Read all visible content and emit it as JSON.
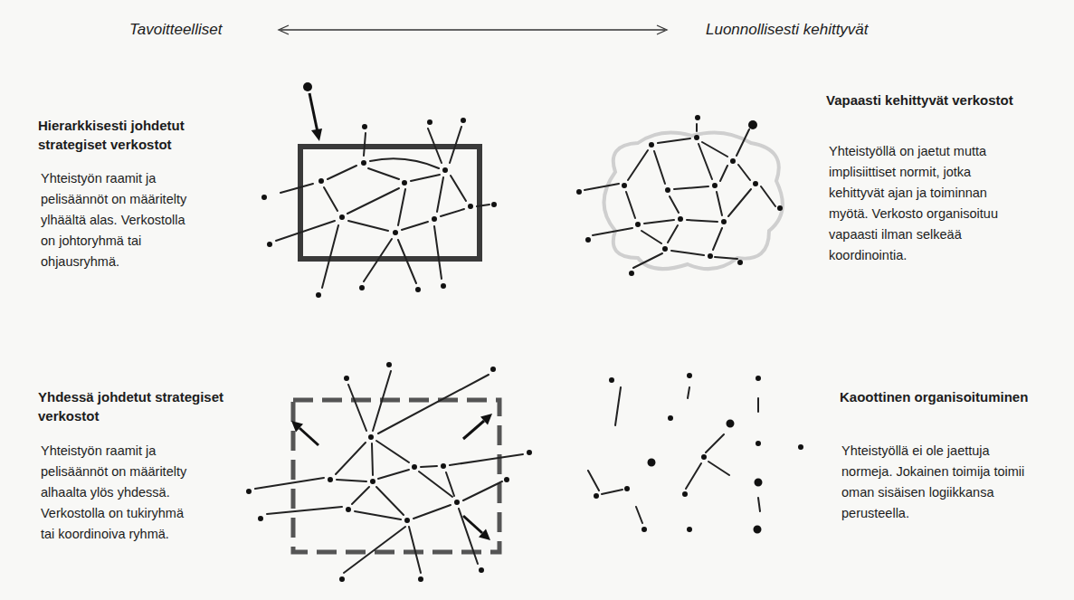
{
  "diagram": {
    "labels": [
      "Tavoitteelliset",
      "Luonnollisesti kehittyvät",
      "Hierarkkisesti johdetut strategiset verkostot",
      "Yhteistyön raamit ja pelisäännöt on määritelty ylhäältä alas. Verkostolla on johtoryhmä tai ohjausryhmä.",
      "Vapaasti kehittyvät verkostot",
      "Yhteistyöllä on jaetut mutta implisiittiset normit, jotka kehittyvät ajan ja toiminnan myötä. Verkosto organisoituu vapaasti ilman selkeää koordinointia.",
      "Yhdessä johdetut strategiset verkostot",
      "Yhteistyön raamit ja pelisäännöt on määritelty alhaalta ylös yhdessä. Verkostolla on tukiryhmä tai koordinoiva ryhmä.",
      "Kaoottinen organisoituminen",
      "Yhteistyöllä ei ole jaettuja normeja. Jokainen toimija toimii oman sisäisen logiikkansa perusteella."
    ]
  }
}
